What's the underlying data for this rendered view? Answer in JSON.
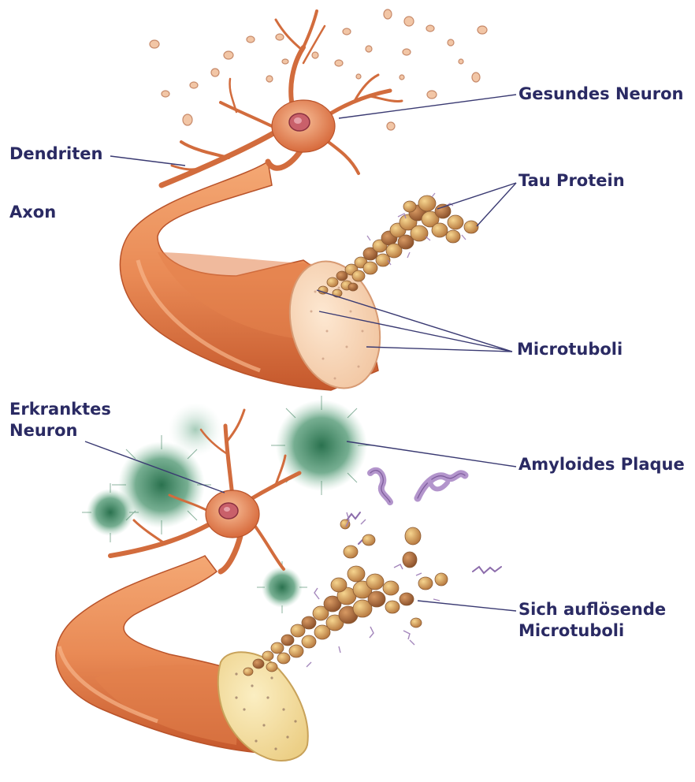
{
  "labels": {
    "gesundes_neuron": "Gesundes Neuron",
    "dendriten": "Dendriten",
    "tau_protein": "Tau Protein",
    "axon": "Axon",
    "microtuboli": "Microtuboli",
    "erkranktes_neuron": "Erkranktes\nNeuron",
    "amyloides_plaque": "Amyloides Plaque",
    "sich_aufloesende_microtuboli": "Sich auflösende\nMicrotuboli"
  },
  "colors": {
    "label_text": "#2a2a63",
    "leader_line": "#3a3a72",
    "neuron_body": "#e98a55",
    "neuron_dark": "#c5582c",
    "nucleus": "#c9606a",
    "axon_cross_section": "#f8d6b7",
    "tau_bead": "#e3b062",
    "tau_bead_dark": "#b5763d",
    "amyloid_plaque": "#2f7d55",
    "tau_tangle": "#9b7bb5"
  }
}
